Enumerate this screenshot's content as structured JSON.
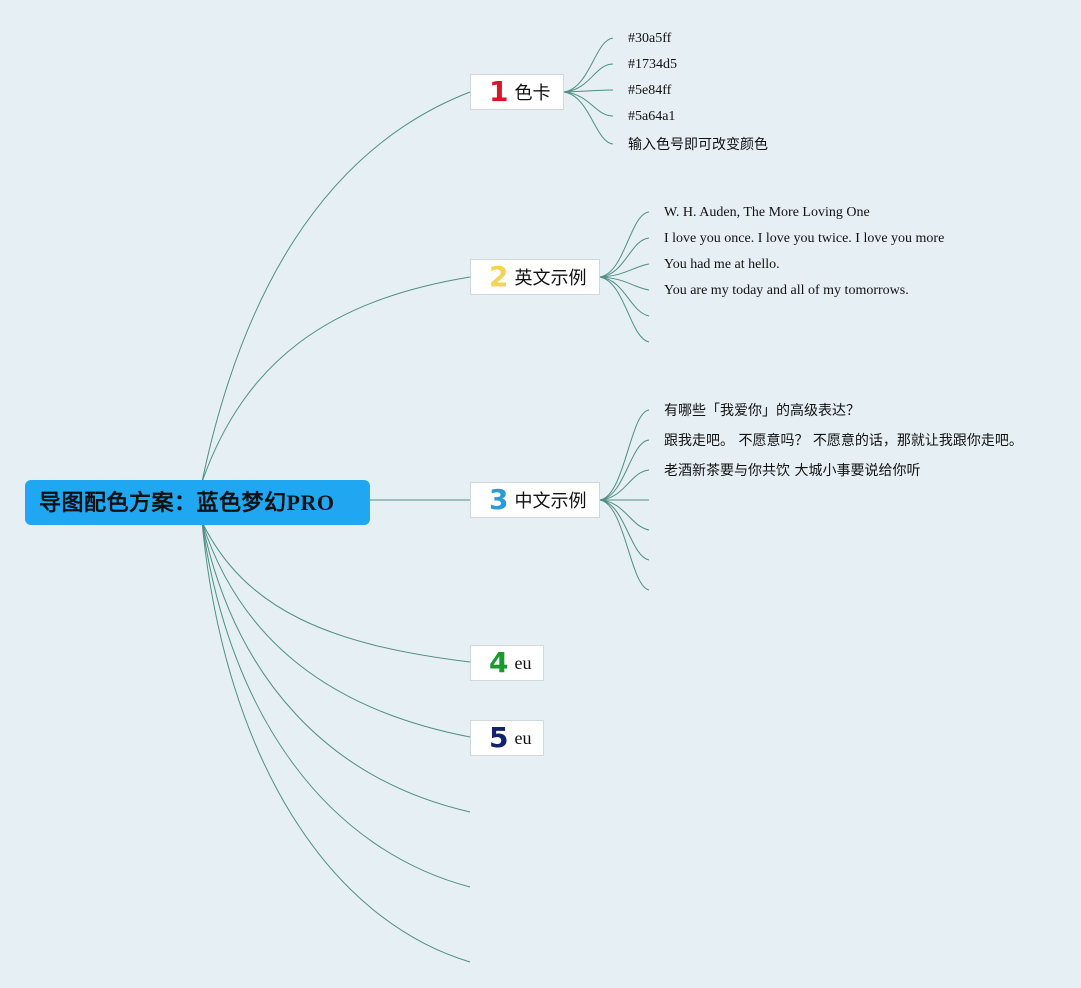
{
  "root": {
    "title_main": "导图配色方案：蓝色梦幻",
    "title_suffix": "PRO"
  },
  "branches": [
    {
      "number": "1",
      "number_color": "#d4182b",
      "label": "色卡",
      "leaves": [
        "#30a5ff",
        "#1734d5",
        "#5e84ff",
        "#5a64a1",
        "输入色号即可改变颜色"
      ]
    },
    {
      "number": "2",
      "number_color": "#f5d35a",
      "label": "英文示例",
      "leaves": [
        "W. H. Auden, The More Loving One",
        "I love you once. I love you twice. I love you more",
        "You had me at hello.",
        "You are my today and all of my tomorrows.",
        "",
        ""
      ]
    },
    {
      "number": "3",
      "number_color": "#2a9bd6",
      "label": "中文示例",
      "leaves": [
        "有哪些「我爱你」的高级表达？",
        "跟我走吧。 不愿意吗？ 不愿意的话，那就让我跟你走吧。",
        "老酒新茶要与你共饮 大城小事要说给你听",
        "",
        "",
        ""
      ]
    },
    {
      "number": "4",
      "number_color": "#1a9a2c",
      "label": "eu",
      "leaves": []
    },
    {
      "number": "5",
      "number_color": "#13236a",
      "label": "eu",
      "leaves": []
    }
  ]
}
